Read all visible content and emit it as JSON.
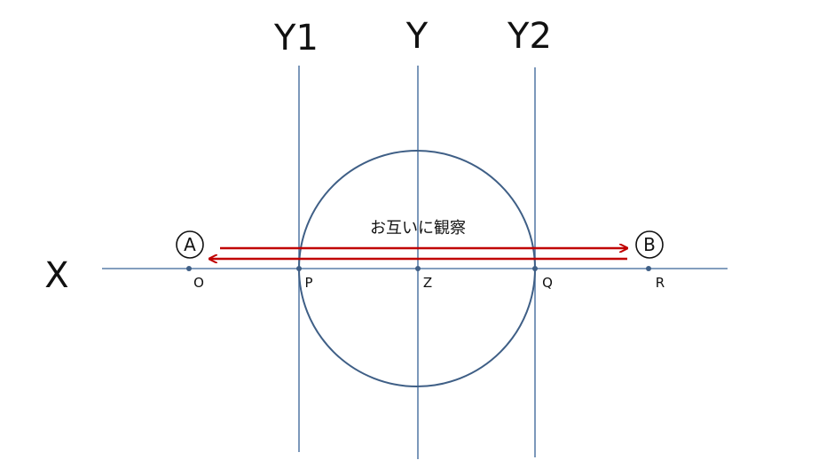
{
  "axes": {
    "x_label": "X",
    "y_label": "Y",
    "y1_label": "Y1",
    "y2_label": "Y2"
  },
  "points": {
    "o": "O",
    "p": "P",
    "z": "Z",
    "q": "Q",
    "r": "R"
  },
  "observers": {
    "a": "A",
    "b": "B"
  },
  "caption": "お互いに観察",
  "colors": {
    "line": "#5b7fa8",
    "circle": "#3f5f86",
    "arrow": "#c00000"
  }
}
